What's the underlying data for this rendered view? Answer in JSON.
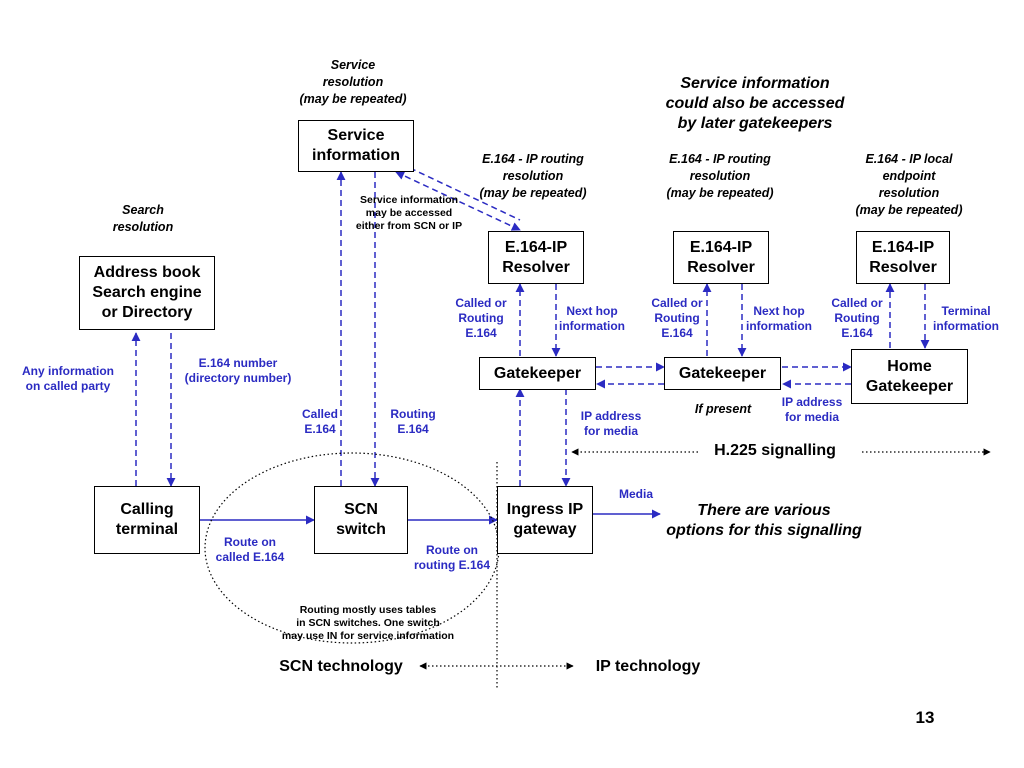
{
  "boxes": {
    "service_info": "Service\ninformation",
    "address_book": "Address book\nSearch engine\nor Directory",
    "calling_terminal": "Calling\nterminal",
    "scn_switch": "SCN\nswitch",
    "ingress_gateway": "Ingress IP\ngateway",
    "resolver": "E.164-IP\nResolver",
    "gatekeeper": "Gatekeeper",
    "home_gatekeeper": "Home\nGatekeeper"
  },
  "headings": {
    "service_resolution": "Service\nresolution\n(may be repeated)",
    "search_resolution": "Search\nresolution",
    "later_gatekeepers": "Service information\ncould also be accessed\nby later gatekeepers",
    "ip_routing_1": "E.164 - IP routing\nresolution\n(may be repeated)",
    "ip_routing_2": "E.164 - IP routing\nresolution\n(may be repeated)",
    "ip_local": "E.164 - IP local endpoint\nresolution\n(may be repeated)",
    "if_present": "If present",
    "various_options": "There are various\noptions for this signalling"
  },
  "flow_labels": {
    "any_info": "Any information\non called party",
    "e164_number": "E.164 number\n(directory number)",
    "called_e164": "Called\nE.164",
    "routing_e164": "Routing\nE.164",
    "called_or_routing_1": "Called or\nRouting\nE.164",
    "called_or_routing_2": "Called or\nRouting\nE.164",
    "called_or_routing_3": "Called or\nRouting\nE.164",
    "next_hop_1": "Next hop\ninformation",
    "next_hop_2": "Next hop\ninformation",
    "terminal_info": "Terminal\ninformation",
    "ip_addr_1": "IP address\nfor media",
    "ip_addr_2": "IP address\nfor media",
    "media": "Media",
    "route_called": "Route on\ncalled E.164",
    "route_routing": "Route on\nrouting E.164"
  },
  "notes": {
    "service_access": "Service information\nmay be accessed\neither from SCN or IP",
    "routing_tables": "Routing mostly uses tables\nin SCN switches. One switch\nmay use IN for service information"
  },
  "legend": {
    "h225": "H.225 signalling",
    "scn_tech": "SCN technology",
    "ip_tech": "IP technology"
  },
  "page_number": "13",
  "colors": {
    "flow": "#2b2bc2",
    "box_border": "#000000",
    "text": "#000000"
  }
}
